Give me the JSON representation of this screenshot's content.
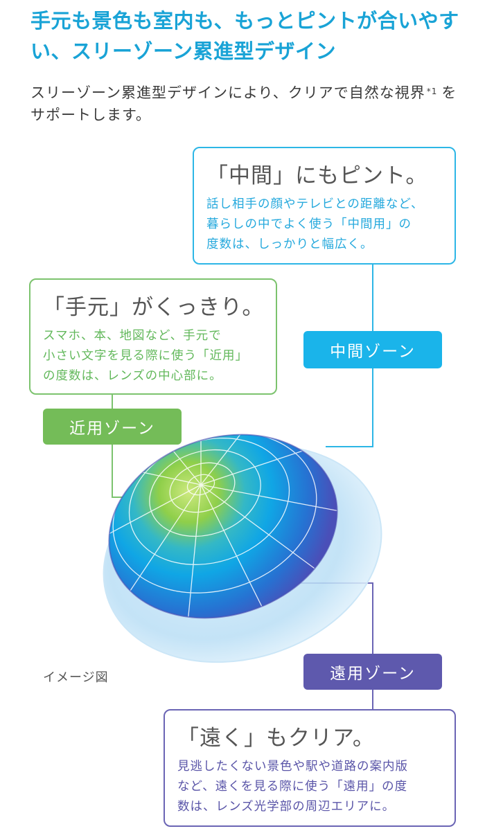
{
  "headline": "手元も景色も室内も、もっとピントが合いやすい、スリーゾーン累進型デザイン",
  "intro": {
    "text_before": "スリーゾーン累進型デザインにより、クリアで自然な視界",
    "note": "*1",
    "text_after": "をサポートします。"
  },
  "zones": {
    "middle": {
      "title": "「中間」にもピント。",
      "lines": [
        "話し相手の顔やテレビとの距離など、",
        "暮らしの中でよく使う「中間用」の",
        "度数は、しっかりと幅広く。"
      ],
      "label": "中間ゾーン"
    },
    "near": {
      "title": "「手元」がくっきり。",
      "lines": [
        "スマホ、本、地図など、手元で",
        "小さい文字を見る際に使う「近用」",
        "の度数は、レンズの中心部に。"
      ],
      "label": "近用ゾーン"
    },
    "far": {
      "title": "「遠く」もクリア。",
      "lines": [
        "見逃したくない景色や駅や道路の案内版",
        "など、遠くを見る際に使う「遠用」の度",
        "数は、レンズ光学部の周辺エリアに。"
      ],
      "label": "遠用ゾーン"
    }
  },
  "caption": "イメージ図",
  "colors": {
    "accent": "#19a3d6",
    "middle": "#1ab4ea",
    "near": "#74bc58",
    "far": "#5e59ad"
  }
}
